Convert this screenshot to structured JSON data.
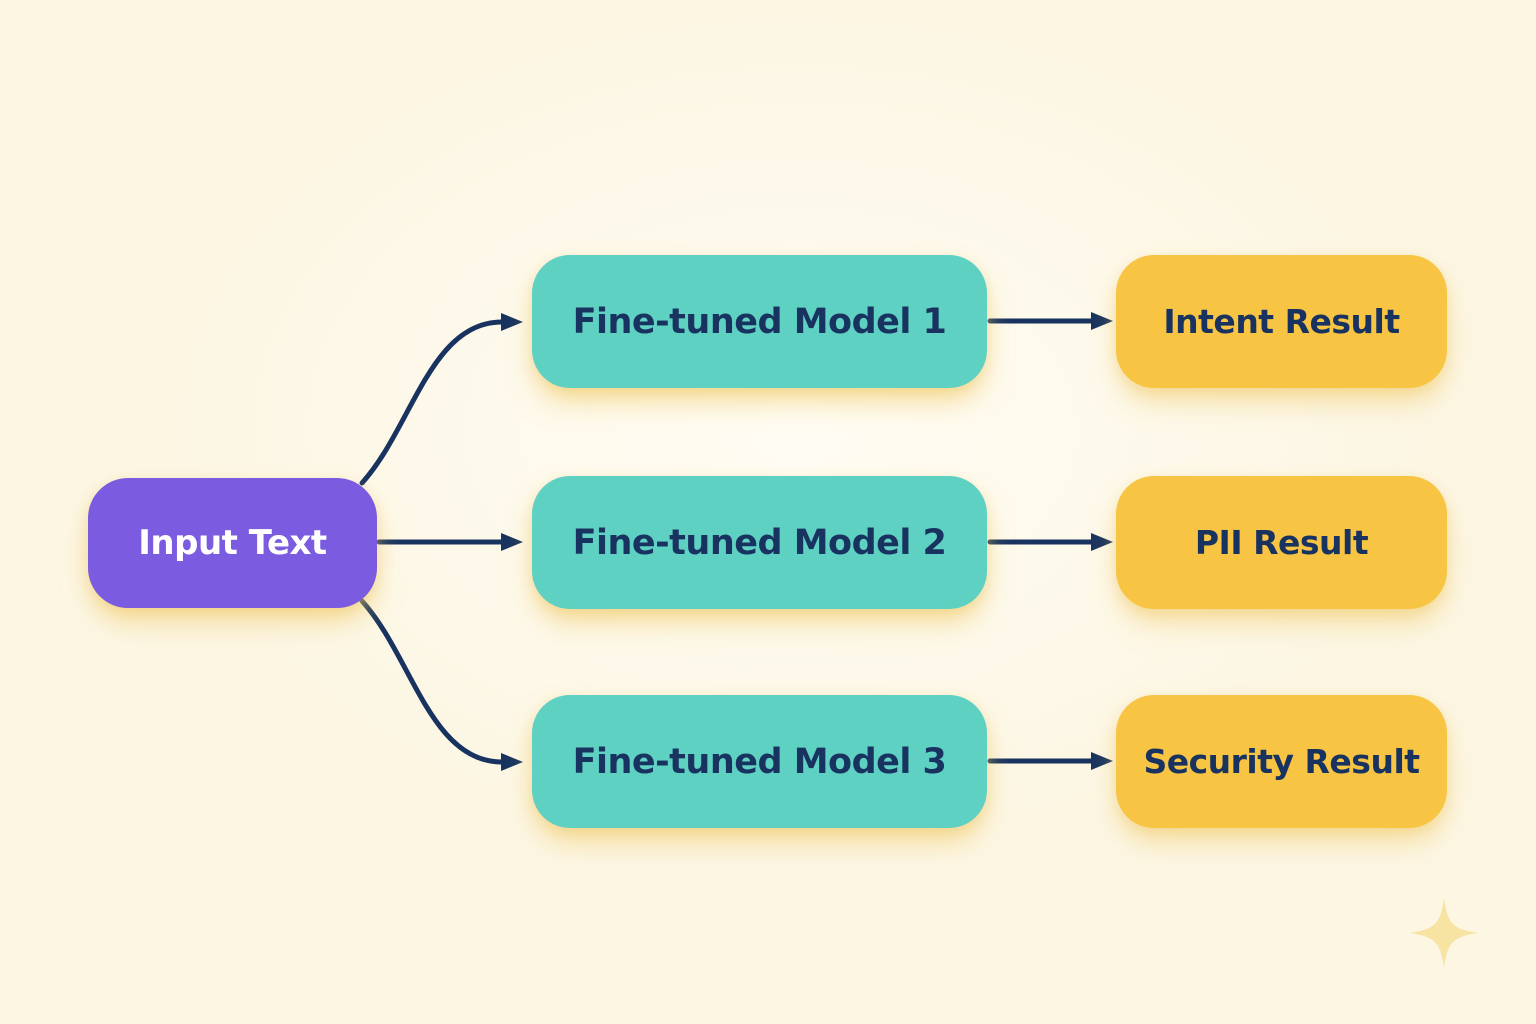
{
  "diagram": {
    "background_color": "#FCF6E3",
    "colors": {
      "input_box": "#7B5CE0",
      "model_box": "#5FD1C3",
      "result_box": "#F7C443",
      "arrow": "#18335F",
      "dark_text": "#18335F",
      "light_text": "#FFFFFF",
      "sparkle": "#F7E3A2",
      "background": "#FCF6E3"
    },
    "input": {
      "label": "Input Text"
    },
    "rows": [
      {
        "model": "Fine-tuned Model 1",
        "result": "Intent Result"
      },
      {
        "model": "Fine-tuned Model 2",
        "result": "PII Result"
      },
      {
        "model": "Fine-tuned Model 3",
        "result": "Security Result"
      }
    ],
    "icons": {
      "sparkle": "✦"
    }
  }
}
